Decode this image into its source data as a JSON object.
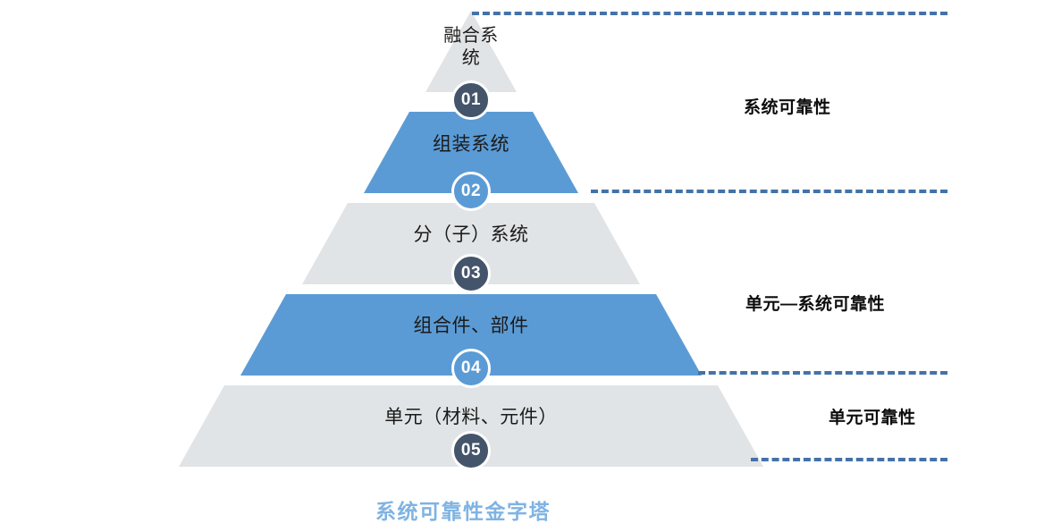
{
  "diagram": {
    "caption": "系统可靠性金字塔",
    "caption_color": "#7FB3E3",
    "colors": {
      "blue_band": "#5B9BD5",
      "gray_band": "#E1E4E6",
      "badge_dark": "#44546A",
      "badge_blue": "#5B9BD5",
      "dash_line": "#4472A8",
      "label_text": "#1a1a1a",
      "background": "#FFFFFF"
    },
    "levels": [
      {
        "number": "01",
        "label": "融合系\n统",
        "fill": "gray",
        "badge_style": "dark"
      },
      {
        "number": "02",
        "label": "组装系统",
        "fill": "blue",
        "badge_style": "blue"
      },
      {
        "number": "03",
        "label": "分（子）系统",
        "fill": "gray",
        "badge_style": "dark"
      },
      {
        "number": "04",
        "label": "组合件、部件",
        "fill": "blue",
        "badge_style": "blue"
      },
      {
        "number": "05",
        "label": "单元（材料、元件）",
        "fill": "gray",
        "badge_style": "dark"
      }
    ],
    "side_labels": [
      {
        "text": "系统可靠性"
      },
      {
        "text": "单元—系统可靠性"
      },
      {
        "text": "单元可靠性"
      }
    ]
  }
}
